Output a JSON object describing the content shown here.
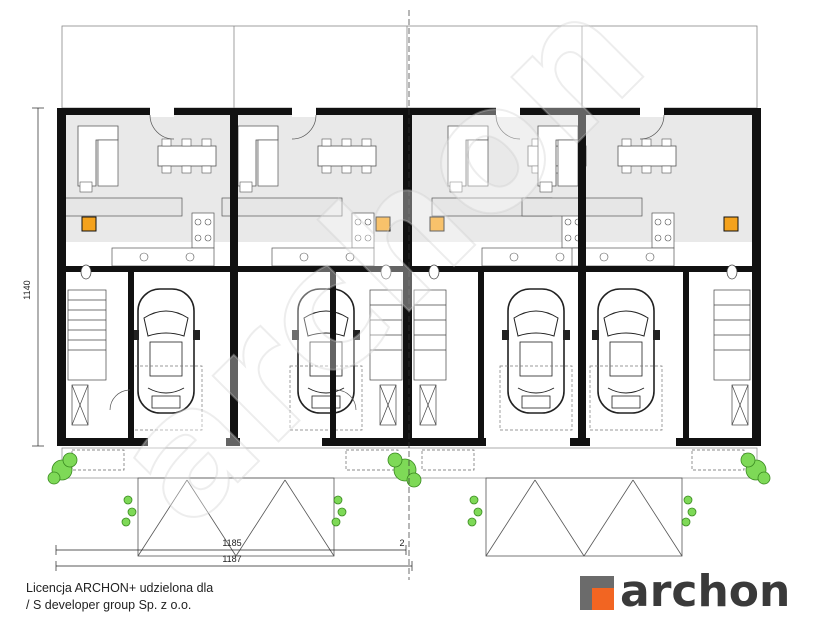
{
  "dimensions": {
    "height_label": "1140",
    "width_inner_label": "1185",
    "width_inner_suffix": "2",
    "width_total_label": "1187"
  },
  "license": {
    "line1": "Licencja ARCHON+ udzielona dla",
    "line2": "/ S developer group Sp. z o.o."
  },
  "brand": {
    "name": "archon",
    "accent_color": "#f26522",
    "text_color": "#3a3a3a"
  },
  "watermark": "archon"
}
